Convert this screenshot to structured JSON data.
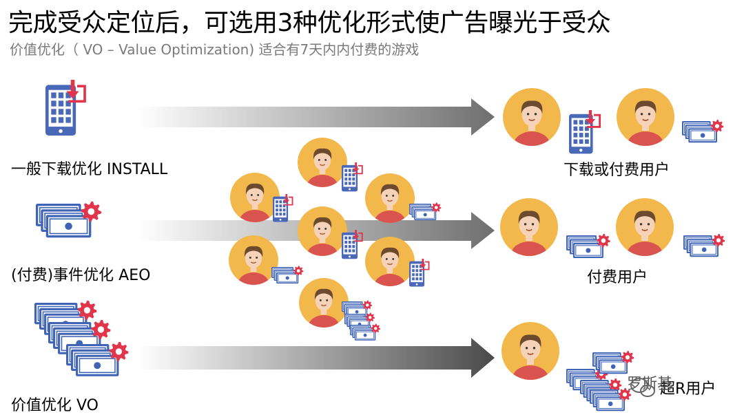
{
  "title": "完成受众定位后，可选用3种优化形式使广告曝光于受众",
  "subtitle": "价值优化（ VO – Value Optimization) 适合有7天内内付费的游戏",
  "rows": [
    {
      "label": "一般下载优化 INSTALL",
      "result": "下载或付费用户"
    },
    {
      "label": "(付费)事件优化 AEO",
      "result": "付费用户"
    },
    {
      "label": "价值优化 VO",
      "result": "超R用户"
    }
  ],
  "watermark": "罗斯基",
  "colors": {
    "face": "#F6D2B8",
    "hair": "#6B4A2E",
    "halo": "#F2B84B",
    "shirt": "#D9534F",
    "phone": "#4A68B8",
    "money": "#3F63B5",
    "gear": "#E0354B",
    "arrow": "#7A7A7A"
  },
  "icons": [
    "phone-download-icon",
    "money-gear-icon",
    "user-avatar-icon",
    "arrow-right-icon",
    "wechat-icon"
  ]
}
